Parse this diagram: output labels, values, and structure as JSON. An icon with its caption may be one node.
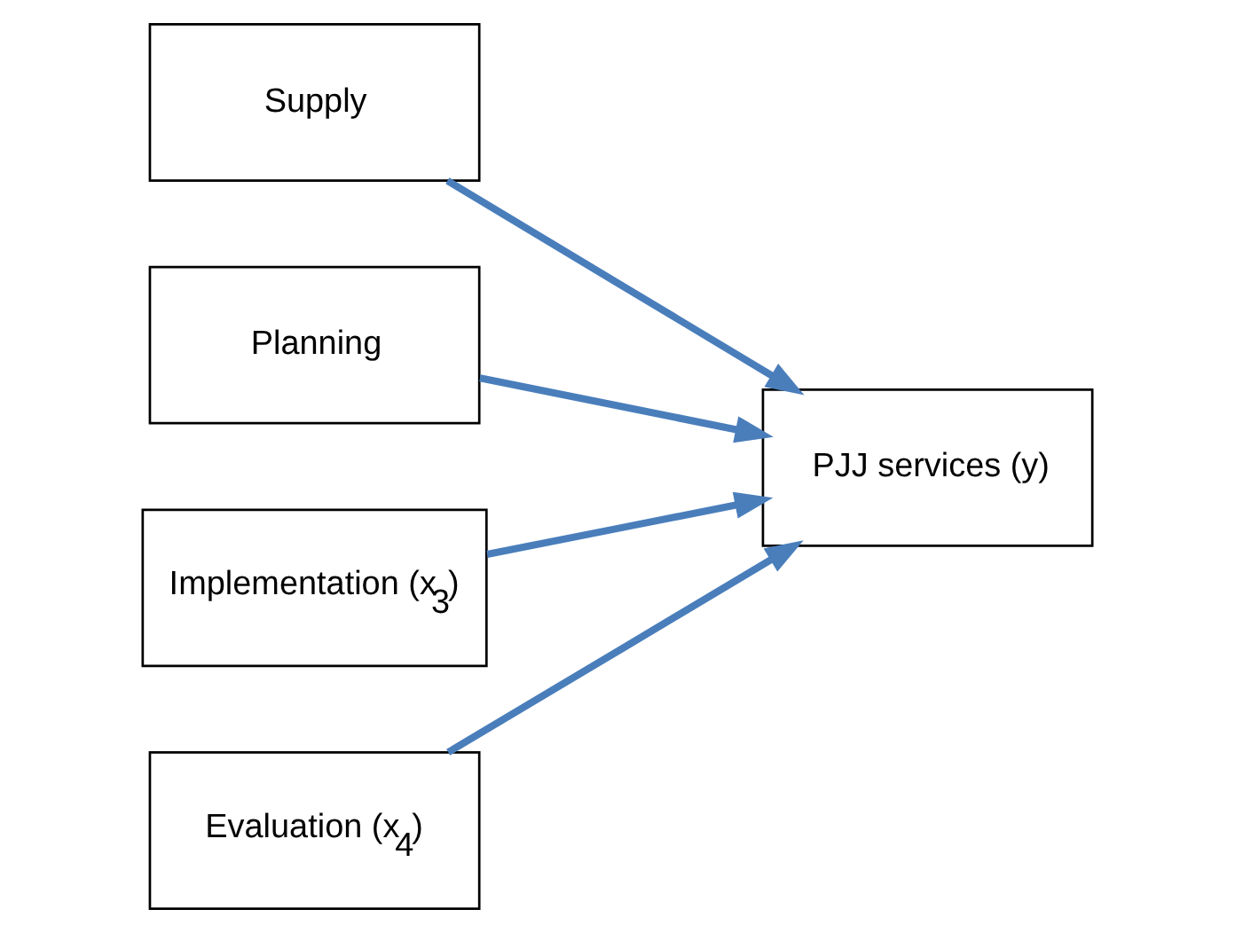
{
  "diagram": {
    "nodes": [
      {
        "text": [
          "Supply"
        ]
      },
      {
        "text": [
          "Planning"
        ]
      },
      {
        "text": [
          "Implementation (x$_{3}$)"
        ]
      },
      {
        "text": [
          "Evaluation (x$_{4}$)"
        ]
      },
      {
        "text": [
          "PJJ services (y)"
        ]
      }
    ],
    "edges": [
      {
        "from": 0,
        "to": 4,
        "arrow": "to"
      },
      {
        "from": 1,
        "to": 4,
        "arrow": "to"
      },
      {
        "from": 2,
        "to": 4,
        "arrow": "to"
      },
      {
        "from": 3,
        "to": 4,
        "arrow": "to"
      }
    ]
  }
}
